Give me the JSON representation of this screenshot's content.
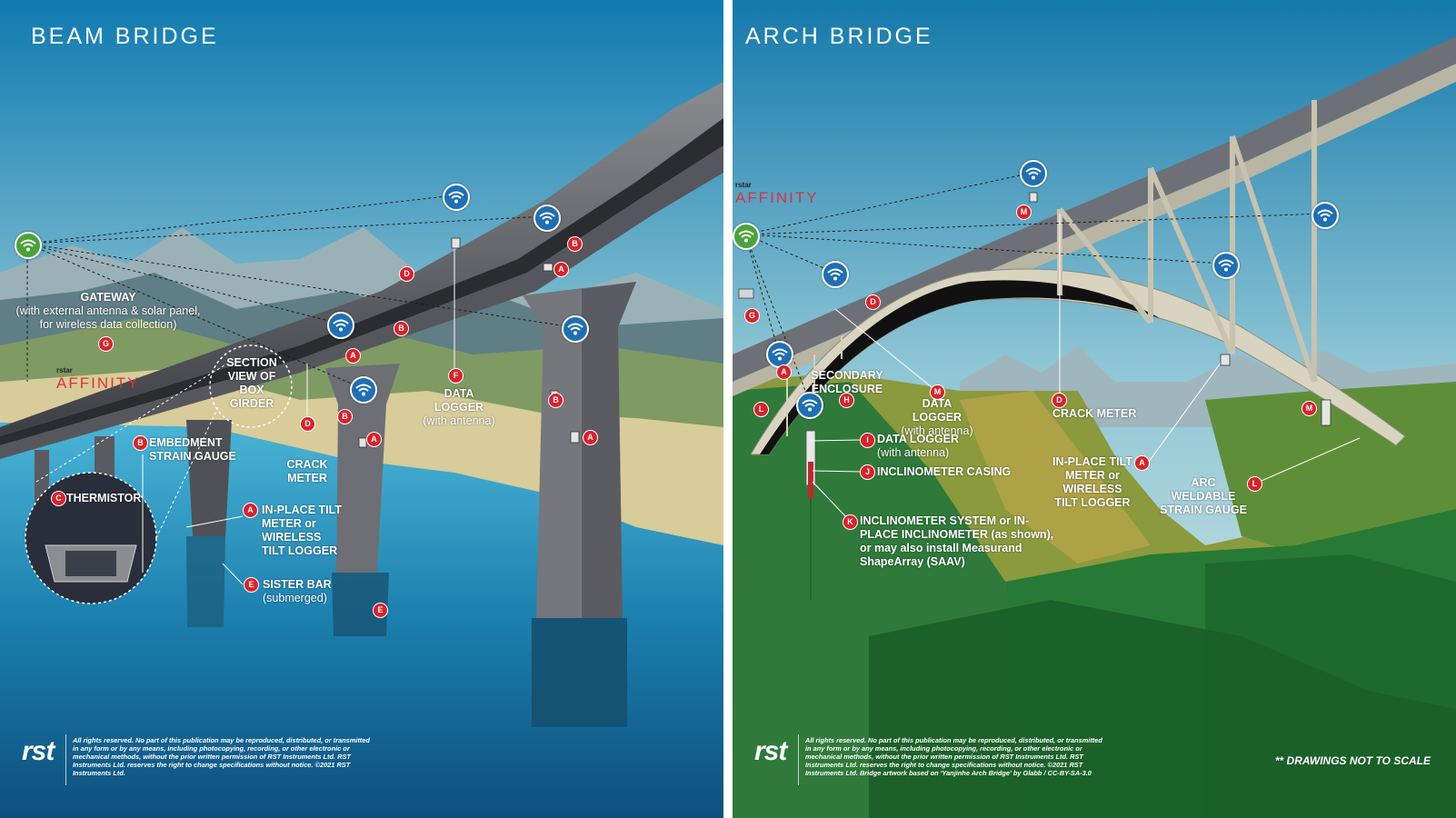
{
  "beam": {
    "title": "BEAM BRIDGE",
    "affinity_label": "AFFINITY",
    "rstar_label": "rstar",
    "labels": {
      "gateway": "GATEWAY",
      "gateway_sub": "(with external antenna & solar panel, for wireless data collection)",
      "section": "SECTION VIEW OF BOX GIRDER",
      "data_logger": "DATA LOGGER",
      "data_logger_sub": "(with antenna)",
      "crack_meter": "CRACK METER",
      "embedment": "EMBEDMENT STRAIN GAUGE",
      "thermistor": "THERMISTOR",
      "inplace_tilt": "IN-PLACE TILT METER or WIRELESS TILT LOGGER",
      "sister_bar": "SISTER BAR",
      "sister_bar_sub": "(submerged)"
    },
    "badges": {
      "a": "A",
      "b": "B",
      "c": "C",
      "d": "D",
      "e": "E",
      "f": "F",
      "g": "G"
    },
    "copyright": "All rights reserved. No part of this publication may be reproduced, distributed, or transmitted in any form or by any means, including photocopying, recording, or other electronic or mechanical methods, without the prior written permission of RST Instruments Ltd. RST Instruments Ltd. reserves the right to change specifications without notice. ©2021 RST Instruments Ltd.",
    "logo": "rst"
  },
  "arch": {
    "title": "ARCH BRIDGE",
    "affinity_label": "AFFINITY",
    "rstar_label": "rstar",
    "labels": {
      "secondary_enclosure": "SECONDARY ENCLOSURE",
      "data_logger_m": "DATA LOGGER",
      "data_logger_m_sub": "(with antenna)",
      "crack_meter": "CRACK METER",
      "data_logger_i": "DATA LOGGER",
      "data_logger_i_sub": "(with antenna)",
      "inclinometer_casing": "INCLINOMETER CASING",
      "inclinometer_system": "INCLINOMETER SYSTEM or IN-PLACE INCLINOMETER (as shown), or may also install Measurand ShapeArray (SAAV)",
      "inplace_tilt": "IN-PLACE TILT METER or WIRELESS TILT LOGGER",
      "arc_weldable": "ARC WELDABLE STRAIN GAUGE"
    },
    "badges": {
      "a": "A",
      "d": "D",
      "g": "G",
      "h": "H",
      "i": "I",
      "j": "J",
      "k": "K",
      "l": "L",
      "m": "M"
    },
    "copyright": "All rights reserved. No part of this publication may be reproduced, distributed, or transmitted in any form or by any means, including photocopying, recording, or other electronic or mechanical methods, without the prior written permission of RST Instruments Ltd. RST Instruments Ltd. reserves the right to change specifications without notice. ©2021 RST Instruments Ltd. Bridge artwork based on 'Yanjinhe Arch Bridge' by Glabb / CC-BY-SA-3.0",
    "logo": "rst",
    "note": "** DRAWINGS NOT TO SCALE"
  },
  "colors": {
    "badge": "#d9222a",
    "wifi_blue": "#1f6fb2",
    "wifi_green": "#4aa33a",
    "affinity": "#e0303c"
  }
}
